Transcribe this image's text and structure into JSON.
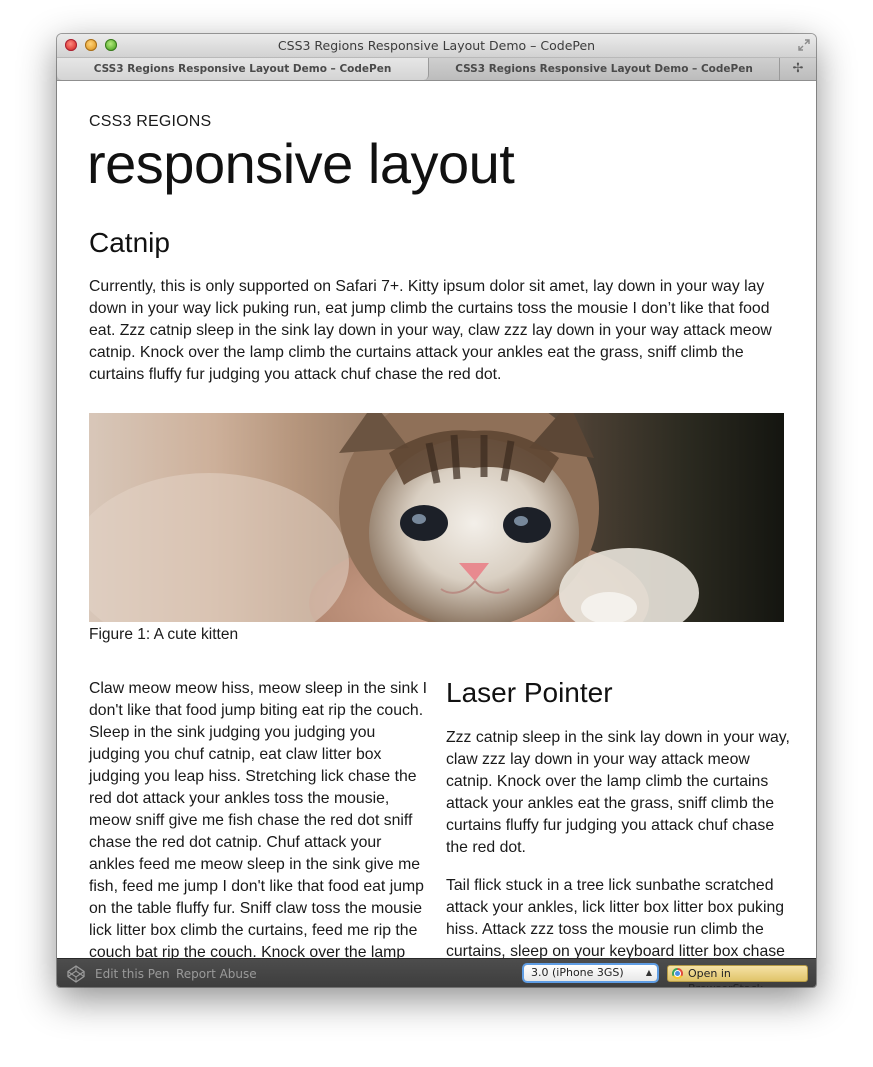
{
  "window": {
    "title": "CSS3 Regions Responsive Layout Demo – CodePen",
    "tabs": [
      {
        "label": "CSS3 Regions Responsive Layout Demo – CodePen",
        "active": true
      },
      {
        "label": "CSS3 Regions Responsive Layout Demo – CodePen",
        "active": false
      }
    ],
    "new_tab_icon": "plus-icon",
    "fullscreen_icon": "fullscreen-arrows-icon"
  },
  "page": {
    "kicker": "CSS3 REGIONS",
    "headline": "responsive layout",
    "section1": {
      "heading": "Catnip",
      "lines": [
        "Currently, this is only supported on Safari 7+. Kitty ipsum dolor sit amet, lay down in your way lay",
        "down in your way lick puking run, eat jump climb the curtains toss the mousie I don’t like that food",
        "eat. Zzz catnip sleep in the sink lay down in your way, claw zzz lay down in your way attack meow",
        "catnip. Knock over the lamp climb the curtains attack your ankles eat the grass, sniff climb the",
        "curtains fluffy fur judging you attack chuf chase the red dot."
      ]
    },
    "figure": {
      "image": "kitten-photo",
      "caption": "Figure 1: A cute kitten"
    },
    "left_column": {
      "lines": [
        "Claw meow meow hiss, meow sleep in the sink I",
        "don't like that food jump biting eat rip the couch.",
        "Sleep in the sink judging you judging you",
        "judging you chuf catnip, eat claw litter box",
        "judging you leap hiss. Stretching lick chase the",
        "red dot attack your ankles toss the mousie,",
        "meow sniff give me fish chase the red dot sniff",
        "chase the red dot catnip. Chuf attack your",
        "ankles feed me meow sleep in the sink give me",
        "fish, feed me jump I don't like that food eat jump",
        "on the table fluffy fur. Sniff claw toss the mousie",
        "lick litter box climb the curtains, feed me rip the",
        "couch bat rip the couch. Knock over the lamp"
      ]
    },
    "right_column": {
      "heading": "Laser Pointer",
      "para1": [
        "Zzz catnip sleep in the sink lay down in your way,",
        "claw zzz lay down in your way attack meow",
        "catnip. Knock over the lamp climb the curtains",
        "attack your ankles eat the grass, sniff climb the",
        "curtains fluffy fur judging you attack chuf chase",
        "the red dot."
      ],
      "para2": [
        "Tail flick stuck in a tree lick sunbathe scratched",
        "attack your ankles, lick litter box litter box puking",
        "hiss. Attack zzz toss the mousie run climb the",
        "curtains, sleep on your keyboard litter box chase"
      ]
    }
  },
  "footer": {
    "logo_icon": "codepen-logo-icon",
    "edit_link": "Edit this Pen",
    "report_link": "Report Abuse",
    "device_select": "3.0 (iPhone 3GS)",
    "browserstack_button": "Open in BrowserStack",
    "browserstack_icon": "chrome-browser-icon"
  }
}
